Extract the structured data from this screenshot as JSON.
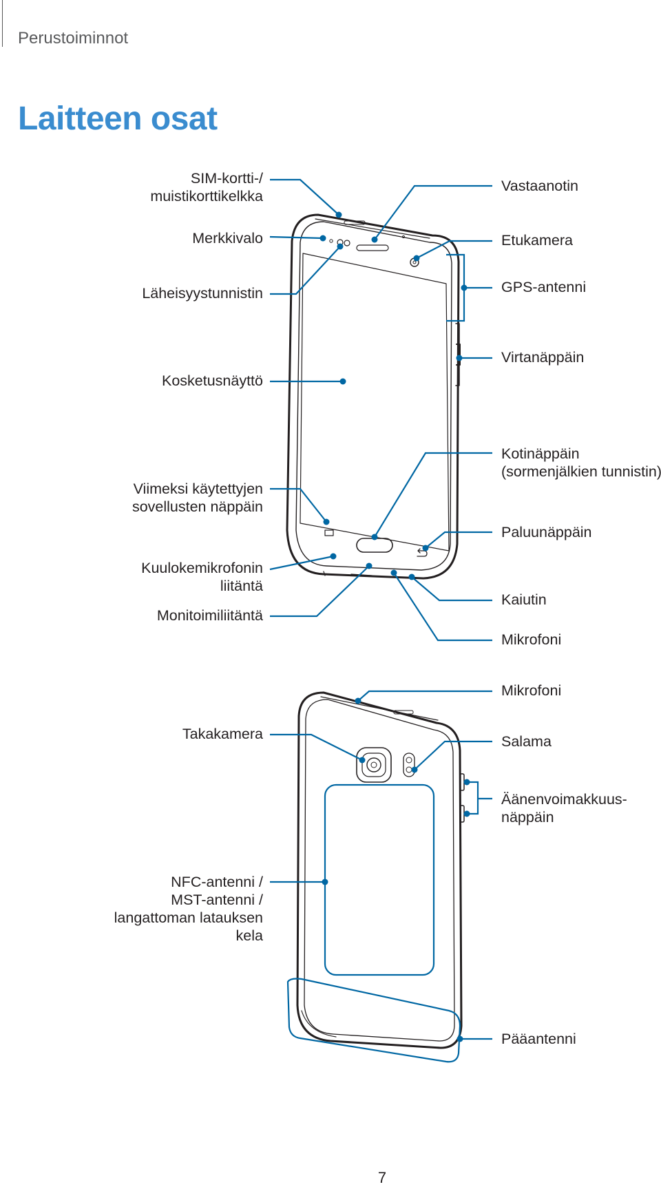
{
  "header": {
    "section": "Perustoiminnot"
  },
  "title": "Laitteen osat",
  "front": {
    "left_labels": {
      "sim_tray": [
        "SIM-kortti-/",
        "muistikorttikelkka"
      ],
      "indicator": "Merkkivalo",
      "proximity": "Läheisyystunnistin",
      "touchscreen": "Kosketusnäyttö",
      "recents": [
        "Viimeksi käytettyjen",
        "sovellusten näppäin"
      ],
      "headset": [
        "Kuulokemikrofonin",
        "liitäntä"
      ],
      "multipurpose": "Monitoimiliitäntä"
    },
    "right_labels": {
      "earpiece": "Vastaanotin",
      "front_camera": "Etukamera",
      "gps": "GPS-antenni",
      "power": "Virtanäppäin",
      "home": [
        "Kotinäppäin",
        "(sormenjälkien tunnistin)"
      ],
      "back": "Paluunäppäin",
      "speaker": "Kaiutin",
      "microphone": "Mikrofoni"
    }
  },
  "back": {
    "left_labels": {
      "rear_camera": "Takakamera",
      "nfc": [
        "NFC-antenni /",
        "MST-antenni /",
        "langattoman latauksen",
        "kela"
      ]
    },
    "right_labels": {
      "microphone": "Mikrofoni",
      "flash": "Salama",
      "volume": [
        "Äänenvoimakkuus-",
        "näppäin"
      ],
      "main_antenna": "Pääantenni"
    }
  },
  "colors": {
    "accent": "#3a8ccf",
    "callout": "#0067a3",
    "device_outline": "#231f20"
  },
  "page_number": "7"
}
